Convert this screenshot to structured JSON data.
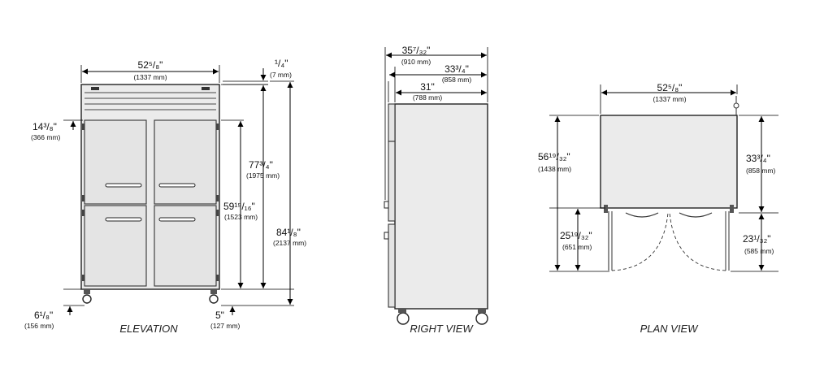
{
  "views": {
    "elevation": {
      "caption": "ELEVATION",
      "width_in": "52⁵/₈\"",
      "width_mm": "(1337 mm)",
      "top_gap_in": "¹/₄\"",
      "top_gap_mm": "(7 mm)",
      "top_door_in": "14³/₈\"",
      "top_door_mm": "(366 mm)",
      "door_h_in": "59¹⁵/₁₆\"",
      "door_h_mm": "(1523 mm)",
      "body_h_in": "77³/₄\"",
      "body_h_mm": "(1975 mm)",
      "total_h_in": "84¹/₈\"",
      "total_h_mm": "(2137 mm)",
      "bottom_in": "6¹/₈\"",
      "bottom_mm": "(156 mm)",
      "caster_in": "5\"",
      "caster_mm": "(127 mm)"
    },
    "right": {
      "caption": "RIGHT VIEW",
      "overall_in": "35⁷/₃₂\"",
      "overall_mm": "(910 mm)",
      "cabinet_in": "33³/₄\"",
      "cabinet_mm": "(858 mm)",
      "body_in": "31\"",
      "body_mm": "(788 mm)"
    },
    "plan": {
      "caption": "PLAN VIEW",
      "width_in": "52⁵/₈\"",
      "width_mm": "(1337 mm)",
      "total_depth_in": "56¹⁹/₃₂\"",
      "total_depth_mm": "(1438 mm)",
      "depth_in": "33³/₄\"",
      "depth_mm": "(858 mm)",
      "swing_left_in": "25¹⁹/₃₂\"",
      "swing_left_mm": "(651 mm)",
      "swing_right_in": "23¹/₃₂\"",
      "swing_right_mm": "(585 mm)"
    }
  }
}
